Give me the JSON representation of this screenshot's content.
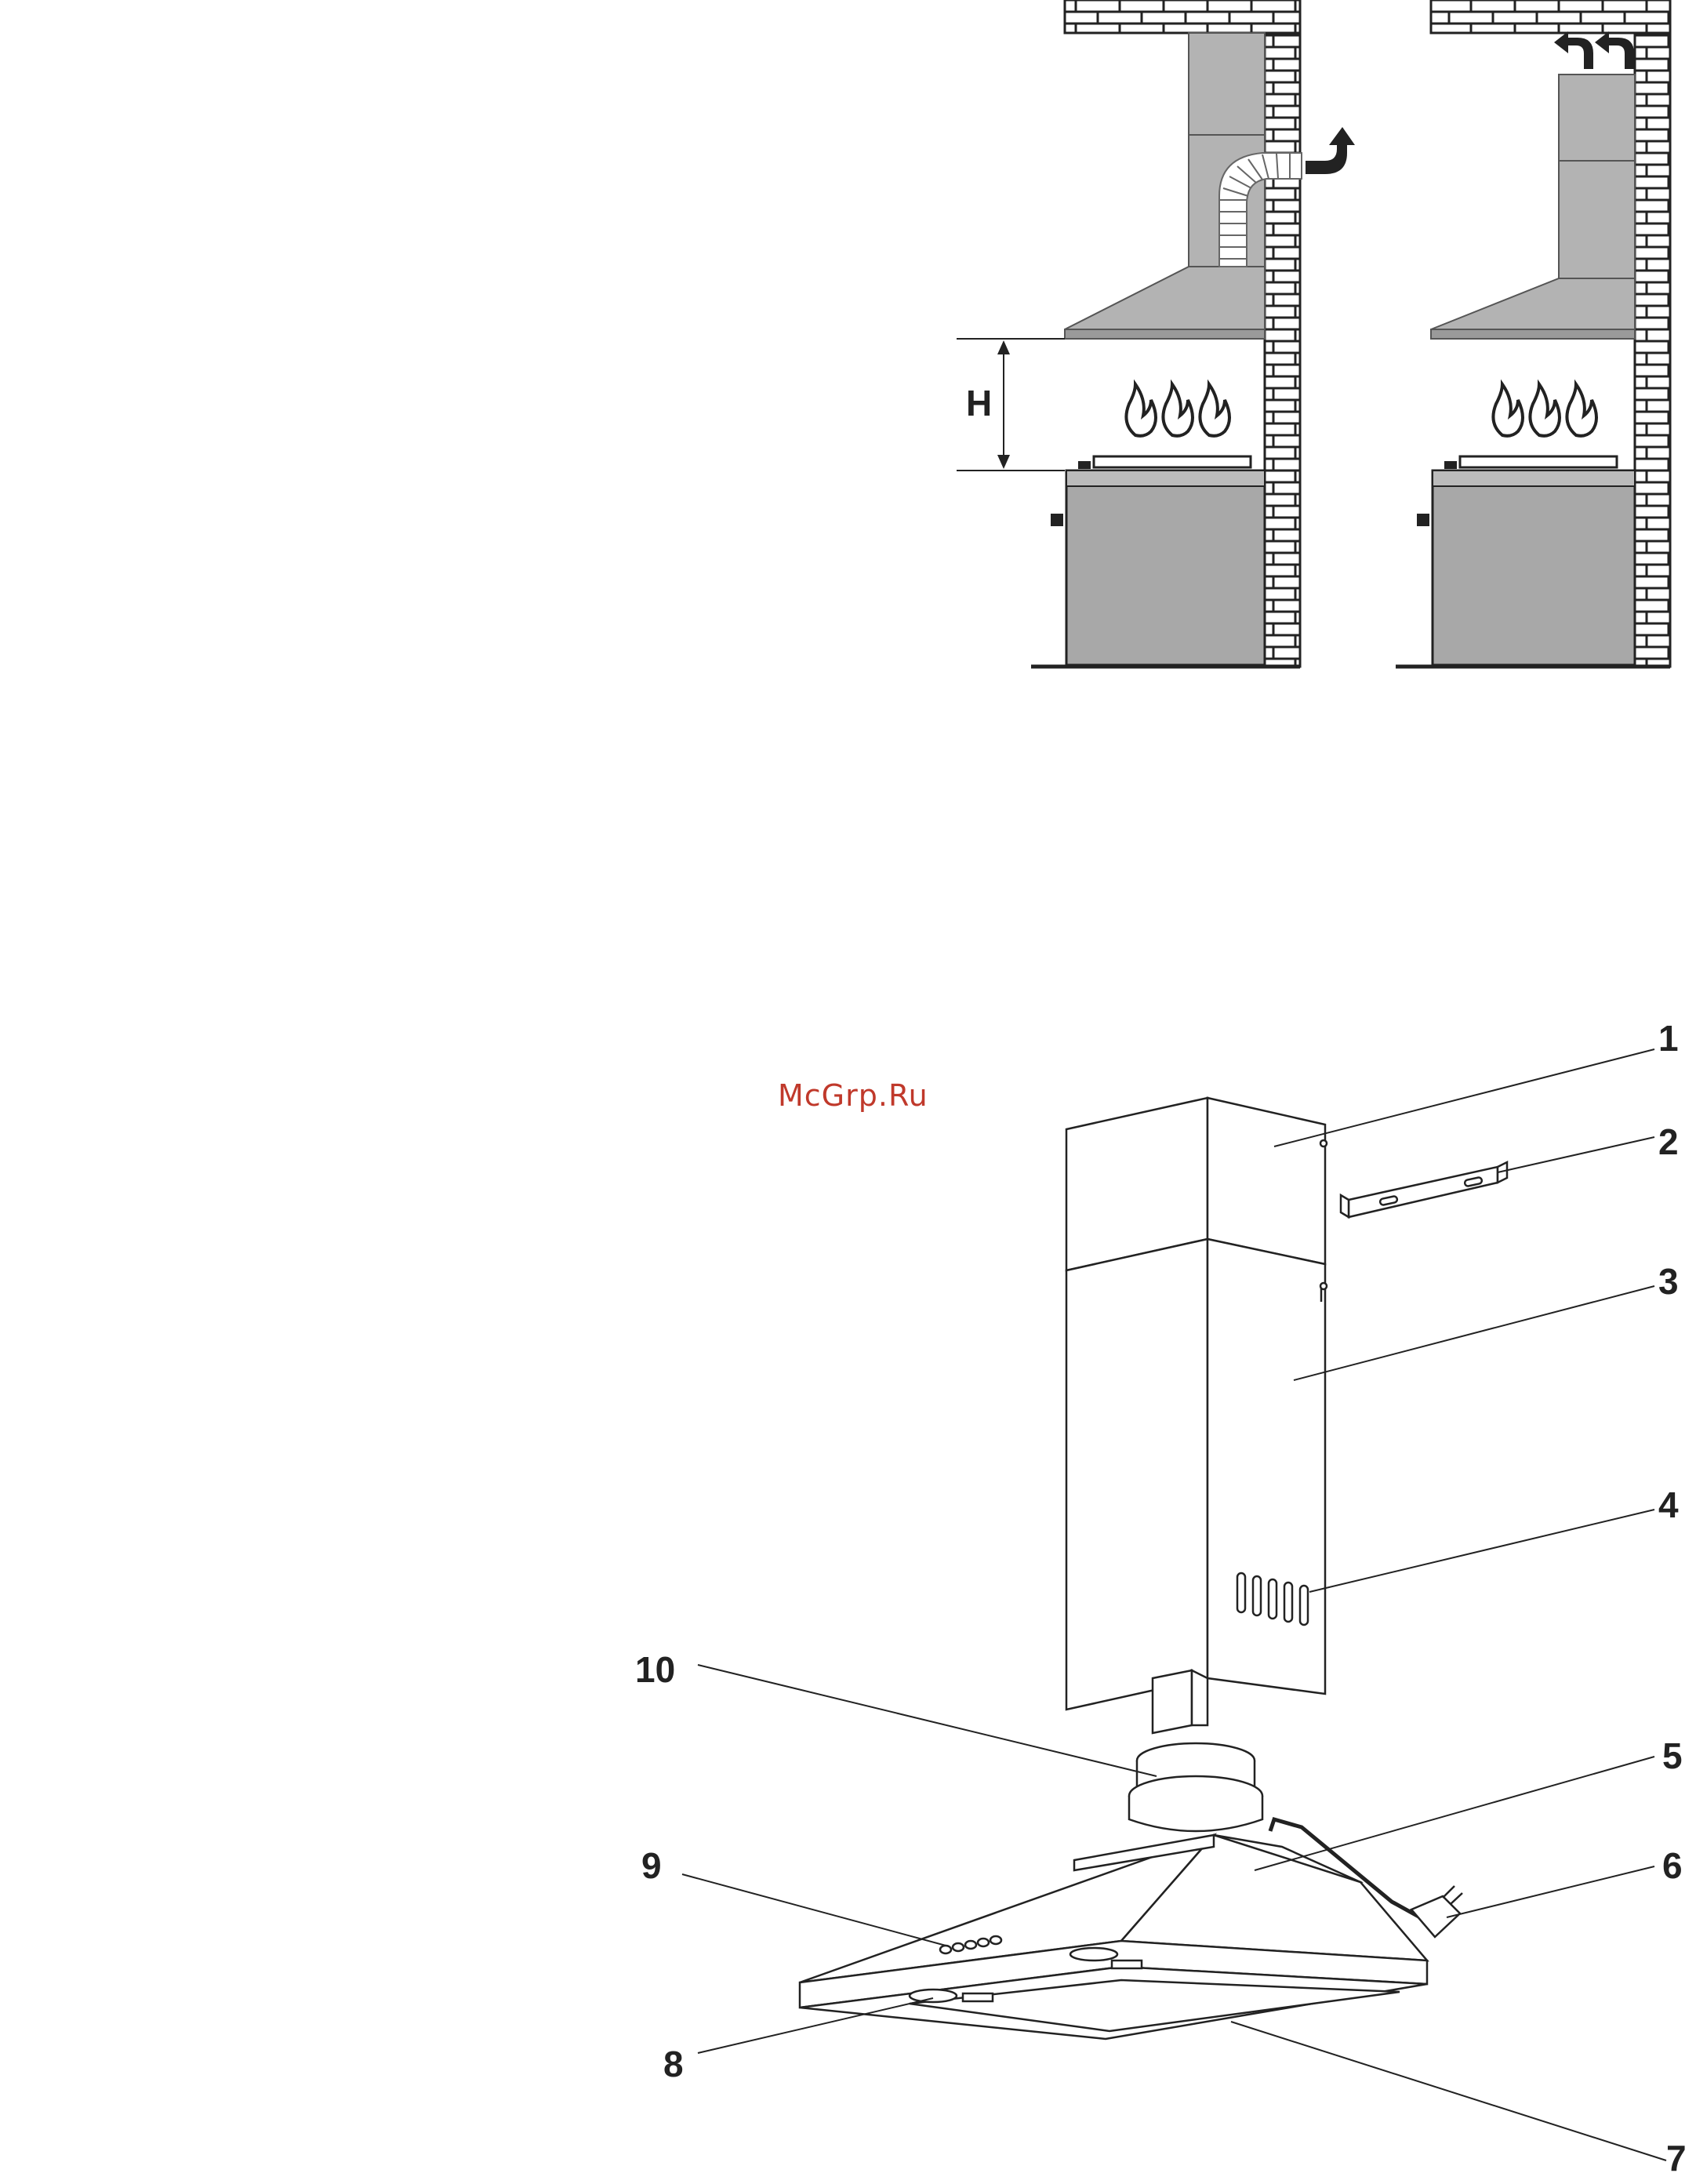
{
  "watermark": "McGrp.Ru",
  "installation_diagram": {
    "height_label": "H"
  },
  "parts_diagram": {
    "callouts": [
      {
        "id": "1",
        "label": "1"
      },
      {
        "id": "2",
        "label": "2"
      },
      {
        "id": "3",
        "label": "3"
      },
      {
        "id": "4",
        "label": "4"
      },
      {
        "id": "5",
        "label": "5"
      },
      {
        "id": "6",
        "label": "6"
      },
      {
        "id": "7",
        "label": "7"
      },
      {
        "id": "8",
        "label": "8"
      },
      {
        "id": "9",
        "label": "9"
      },
      {
        "id": "10",
        "label": "10"
      }
    ]
  },
  "colors": {
    "line": "#222222",
    "brick_fill": "#ffffff",
    "hood_fill": "#b3b3b3",
    "stove_fill": "#a8a8a8",
    "watermark": "#c0392b"
  }
}
